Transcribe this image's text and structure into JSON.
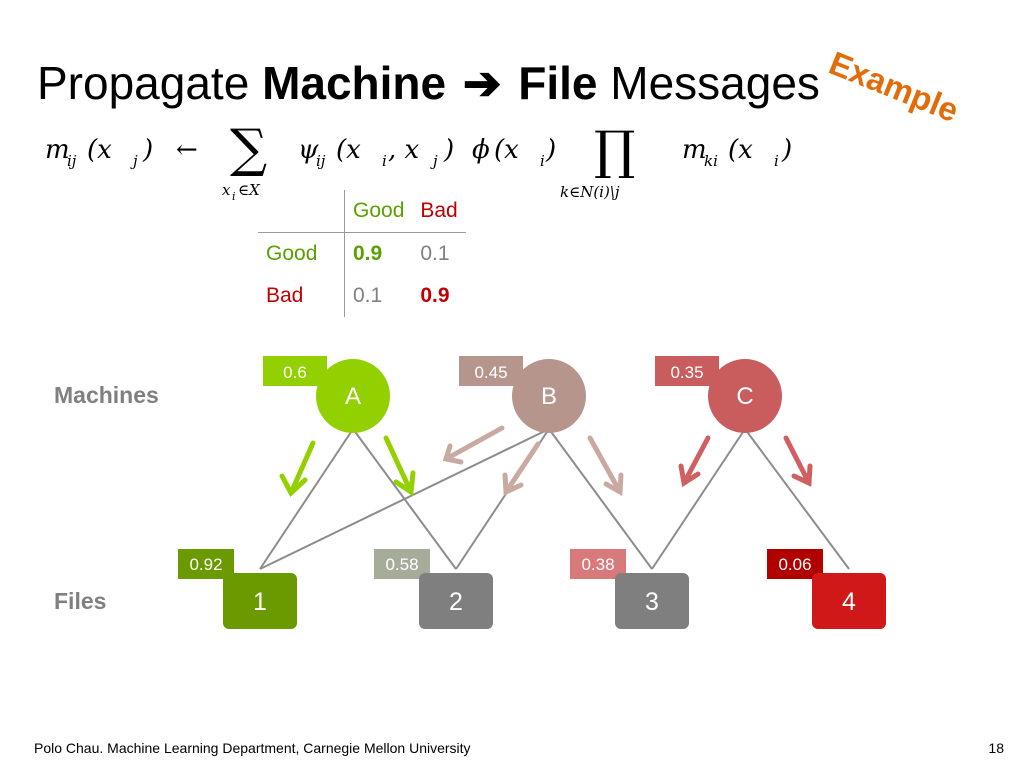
{
  "slide": {
    "title_prefix": "Propagate",
    "title_machine": "Machine",
    "title_arrow": "➔",
    "title_file": "File",
    "title_suffix": "Messages",
    "badge": "Example",
    "footer": "Polo Chau. Machine Learning Department, Carnegie Mellon University",
    "page_number": "18"
  },
  "formula": {
    "lhs": "m",
    "lhs_sub": "ij",
    "lhs_arg": "(x",
    "lhs_arg_sub": "j",
    "lhs_close": ")",
    "arrow": "←",
    "sum_symbol": "∑",
    "sum_sub": "x",
    "sum_sub_i": "i",
    "sum_sub_rest": "∈X",
    "psi": "ψ",
    "psi_sub": "ij",
    "psi_args": "(x",
    "psi_a_i": "i",
    "psi_mid": ", x",
    "psi_a_j": "j",
    "psi_close": ")",
    "phi": "ϕ",
    "phi_args": "(x",
    "phi_sub": "i",
    "phi_close": ")",
    "prod_symbol": "∏",
    "prod_sub": "k∈N(i)\\j",
    "m2": "m",
    "m2_sub": "ki",
    "m2_args": "(x",
    "m2_arg_sub": "i",
    "m2_close": ")"
  },
  "potential_table": {
    "col_headers": [
      "Good",
      "Bad"
    ],
    "rows": [
      {
        "label": "Good",
        "values": [
          "0.9",
          "0.1"
        ]
      },
      {
        "label": "Bad",
        "values": [
          "0.1",
          "0.9"
        ]
      }
    ]
  },
  "graph": {
    "machines_label": "Machines",
    "files_label": "Files",
    "machines": [
      {
        "id": "A",
        "score": "0.6",
        "color": "#92d000",
        "score_bg": "#92d000"
      },
      {
        "id": "B",
        "score": "0.45",
        "color": "#b5958c",
        "score_bg": "#b5958c"
      },
      {
        "id": "C",
        "score": "0.35",
        "color": "#c95c5c",
        "score_bg": "#c95c5c"
      }
    ],
    "files": [
      {
        "id": "1",
        "score": "0.92",
        "color": "#6a9a00",
        "score_bg": "#6a9a00"
      },
      {
        "id": "2",
        "score": "0.58",
        "color": "#7f7f7f",
        "score_bg": "#a5ad9a"
      },
      {
        "id": "3",
        "score": "0.38",
        "color": "#7f7f7f",
        "score_bg": "#d87a7a"
      },
      {
        "id": "4",
        "score": "0.06",
        "color": "#d01818",
        "score_bg": "#b00000"
      }
    ],
    "edges": [
      [
        "A",
        "1"
      ],
      [
        "A",
        "2"
      ],
      [
        "B",
        "1"
      ],
      [
        "B",
        "2"
      ],
      [
        "B",
        "3"
      ],
      [
        "C",
        "3"
      ],
      [
        "C",
        "4"
      ]
    ]
  }
}
